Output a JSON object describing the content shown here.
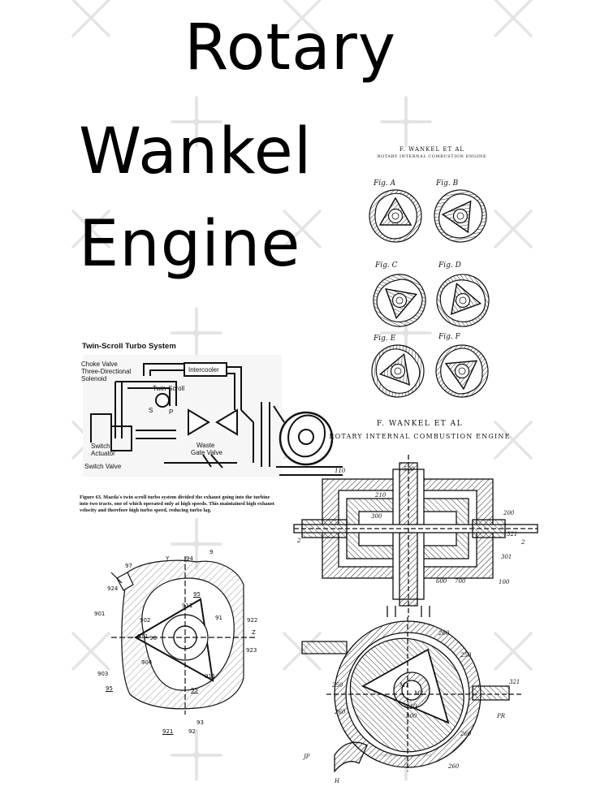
{
  "title": {
    "line1": "Rotary",
    "line2": "Wankel",
    "line3": "Engine"
  },
  "patent_sheet_1": {
    "inventor": "F. WANKEL ET AL",
    "title": "ROTARY INTERNAL COMBUSTION ENGINE",
    "figures": [
      "Fig. A",
      "Fig. B",
      "Fig. C",
      "Fig. D",
      "Fig. E",
      "Fig. F"
    ]
  },
  "patent_sheet_2": {
    "inventor": "F. WANKEL ET AL",
    "title": "ROTARY INTERNAL COMBUSTION ENGINE",
    "section_numbers": [
      "110",
      "500",
      "210",
      "300",
      "200",
      "2",
      "321",
      "301",
      "600",
      "700",
      "100",
      "2"
    ],
    "plan_numbers": [
      "260",
      "250",
      "250",
      "M1",
      "M2",
      "210",
      "300",
      "260",
      "260",
      "321",
      "PR",
      "JP",
      "H",
      "260"
    ]
  },
  "turbo": {
    "title": "Twin-Scroll Turbo System",
    "labels": {
      "choke": "Choke Valve",
      "solenoid_1": "Three-Directional",
      "solenoid_2": "Solenoid",
      "intercooler": "Intercooler",
      "twin_scroll": "Twin-Scroll",
      "s": "S",
      "p": "P",
      "switch_actuator_1": "Switch",
      "switch_actuator_2": "Actuator",
      "switch_valve": "Switch Valve",
      "waste_1": "Waste",
      "waste_2": "Gate Valve"
    },
    "caption": "Figure 63. Mazda's twin scroll turbo system divided the exhaust going into the turbine into two tracts, one of which operated only at high speeds. This maintained high exhaust velocity and therefore high turbo speed, reducing turbo lag."
  },
  "housing_diagram": {
    "labels": [
      "97",
      "Y",
      "94",
      "9",
      "924",
      "95",
      "911",
      "901",
      "902",
      "91",
      "922",
      "911",
      "96",
      "Z",
      "923",
      "904",
      "903",
      "95",
      "911",
      "95",
      "921",
      "92",
      "93"
    ]
  }
}
